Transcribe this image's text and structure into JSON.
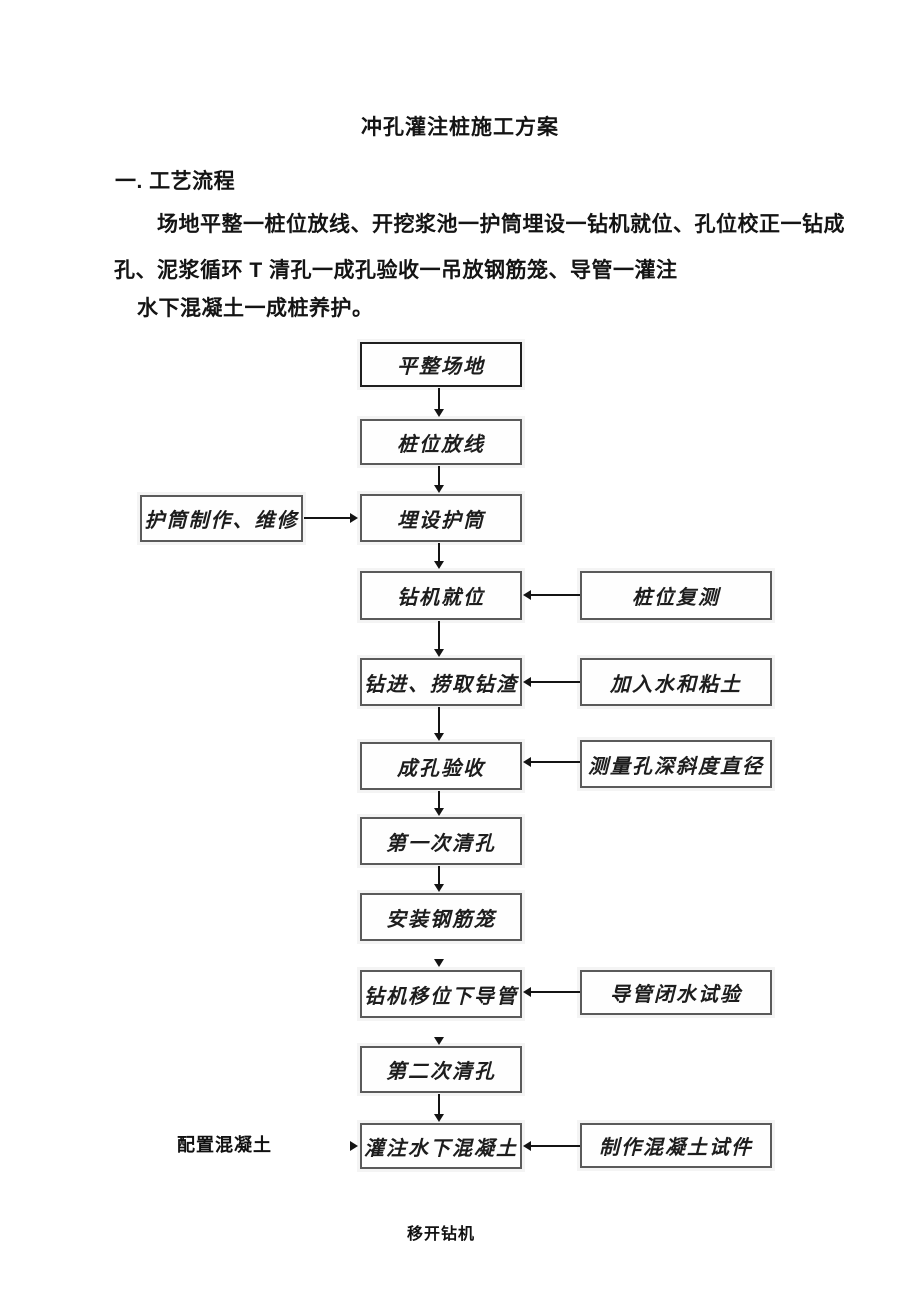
{
  "document": {
    "title": "冲孔灌注桩施工方案",
    "heading": "一. 工艺流程",
    "paragraph": {
      "line1": "场地平整一桩位放线、开挖浆池一护筒埋设一钻机就位、孔位校正一钻成",
      "line2": "孔、泥浆循环 T 清孔一成孔验收一吊放钢筋笼、导管一灌注",
      "line3": "水下混凝土一成桩养护。"
    }
  },
  "flowchart": {
    "main_flow": [
      "平整场地",
      "桩位放线",
      "埋设护筒",
      "钻机就位",
      "钻进、捞取钻渣",
      "成孔验收",
      "第一次清孔",
      "安装钢筋笼",
      "钻机移位下导管",
      "第二次清孔",
      "灌注水下混凝土"
    ],
    "left_branch": "护筒制作、维修",
    "right_branches": [
      "桩位复测",
      "加入水和粘土",
      "测量孔深斜度直径",
      "导管闭水试验",
      "制作混凝土试件"
    ],
    "floating_labels": {
      "prepare_concrete": "配置混凝土",
      "remove_drill": "移开钻机"
    }
  },
  "colors": {
    "ink": "#141414",
    "box_border": "#5a5a5a",
    "primary_box_border": "#1f1f1f",
    "paper": "#ffffff"
  }
}
